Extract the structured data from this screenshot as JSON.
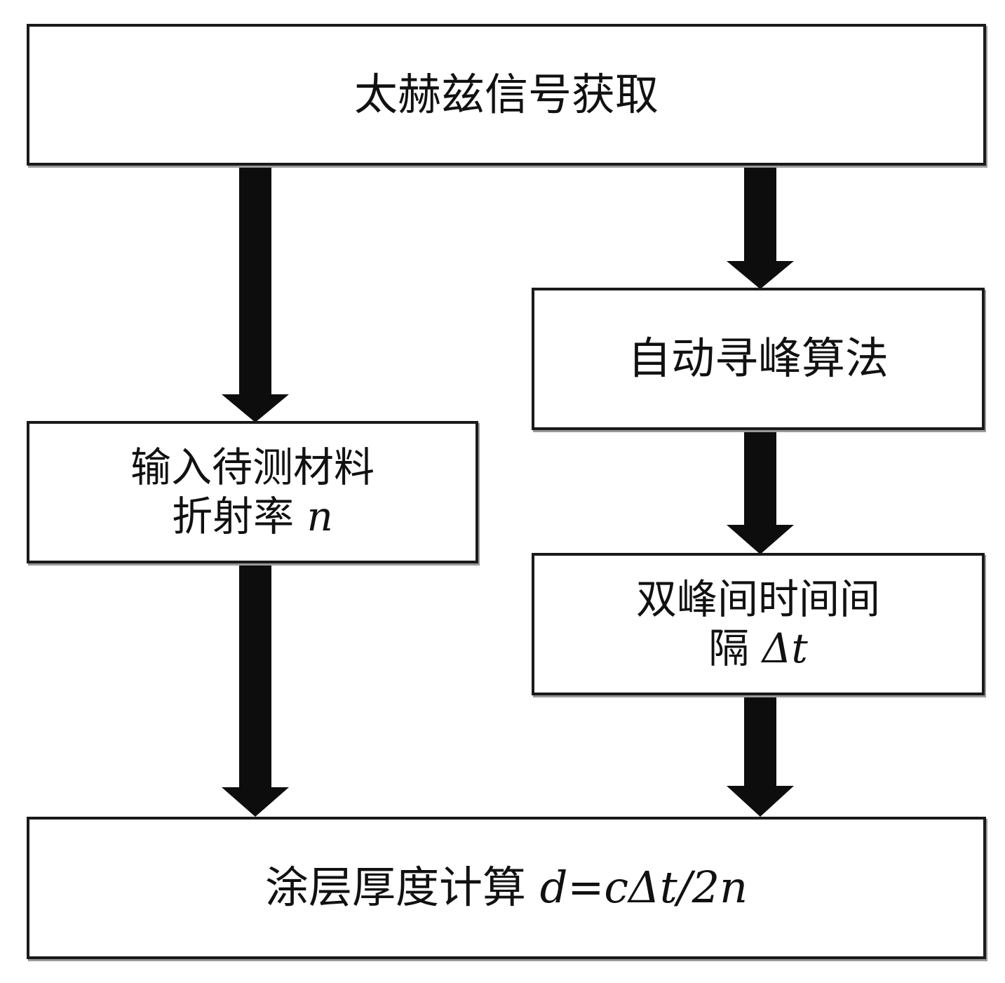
{
  "diagram": {
    "nodes": {
      "terahertz_signal": {
        "label": "太赫兹信号获取"
      },
      "peak_finding": {
        "label": "自动寻峰算法"
      },
      "refractive_index": {
        "line1": "输入待测材料",
        "line2_text": "折射率 ",
        "line2_var": "n"
      },
      "time_interval": {
        "line1": "双峰间时间间",
        "line2_text": "隔 ",
        "line2_var": "Δt"
      },
      "thickness": {
        "text": "涂层厚度计算 ",
        "formula": "d=cΔt/2n"
      }
    },
    "edges": [
      {
        "from": "terahertz_signal",
        "to": "refractive_index"
      },
      {
        "from": "terahertz_signal",
        "to": "peak_finding"
      },
      {
        "from": "peak_finding",
        "to": "time_interval"
      },
      {
        "from": "refractive_index",
        "to": "thickness"
      },
      {
        "from": "time_interval",
        "to": "thickness"
      }
    ],
    "colors": {
      "stroke": "#1a1a1a",
      "arrow": "#0d0d0d",
      "shadow": "#9a9a9a",
      "background": "#ffffff"
    }
  }
}
